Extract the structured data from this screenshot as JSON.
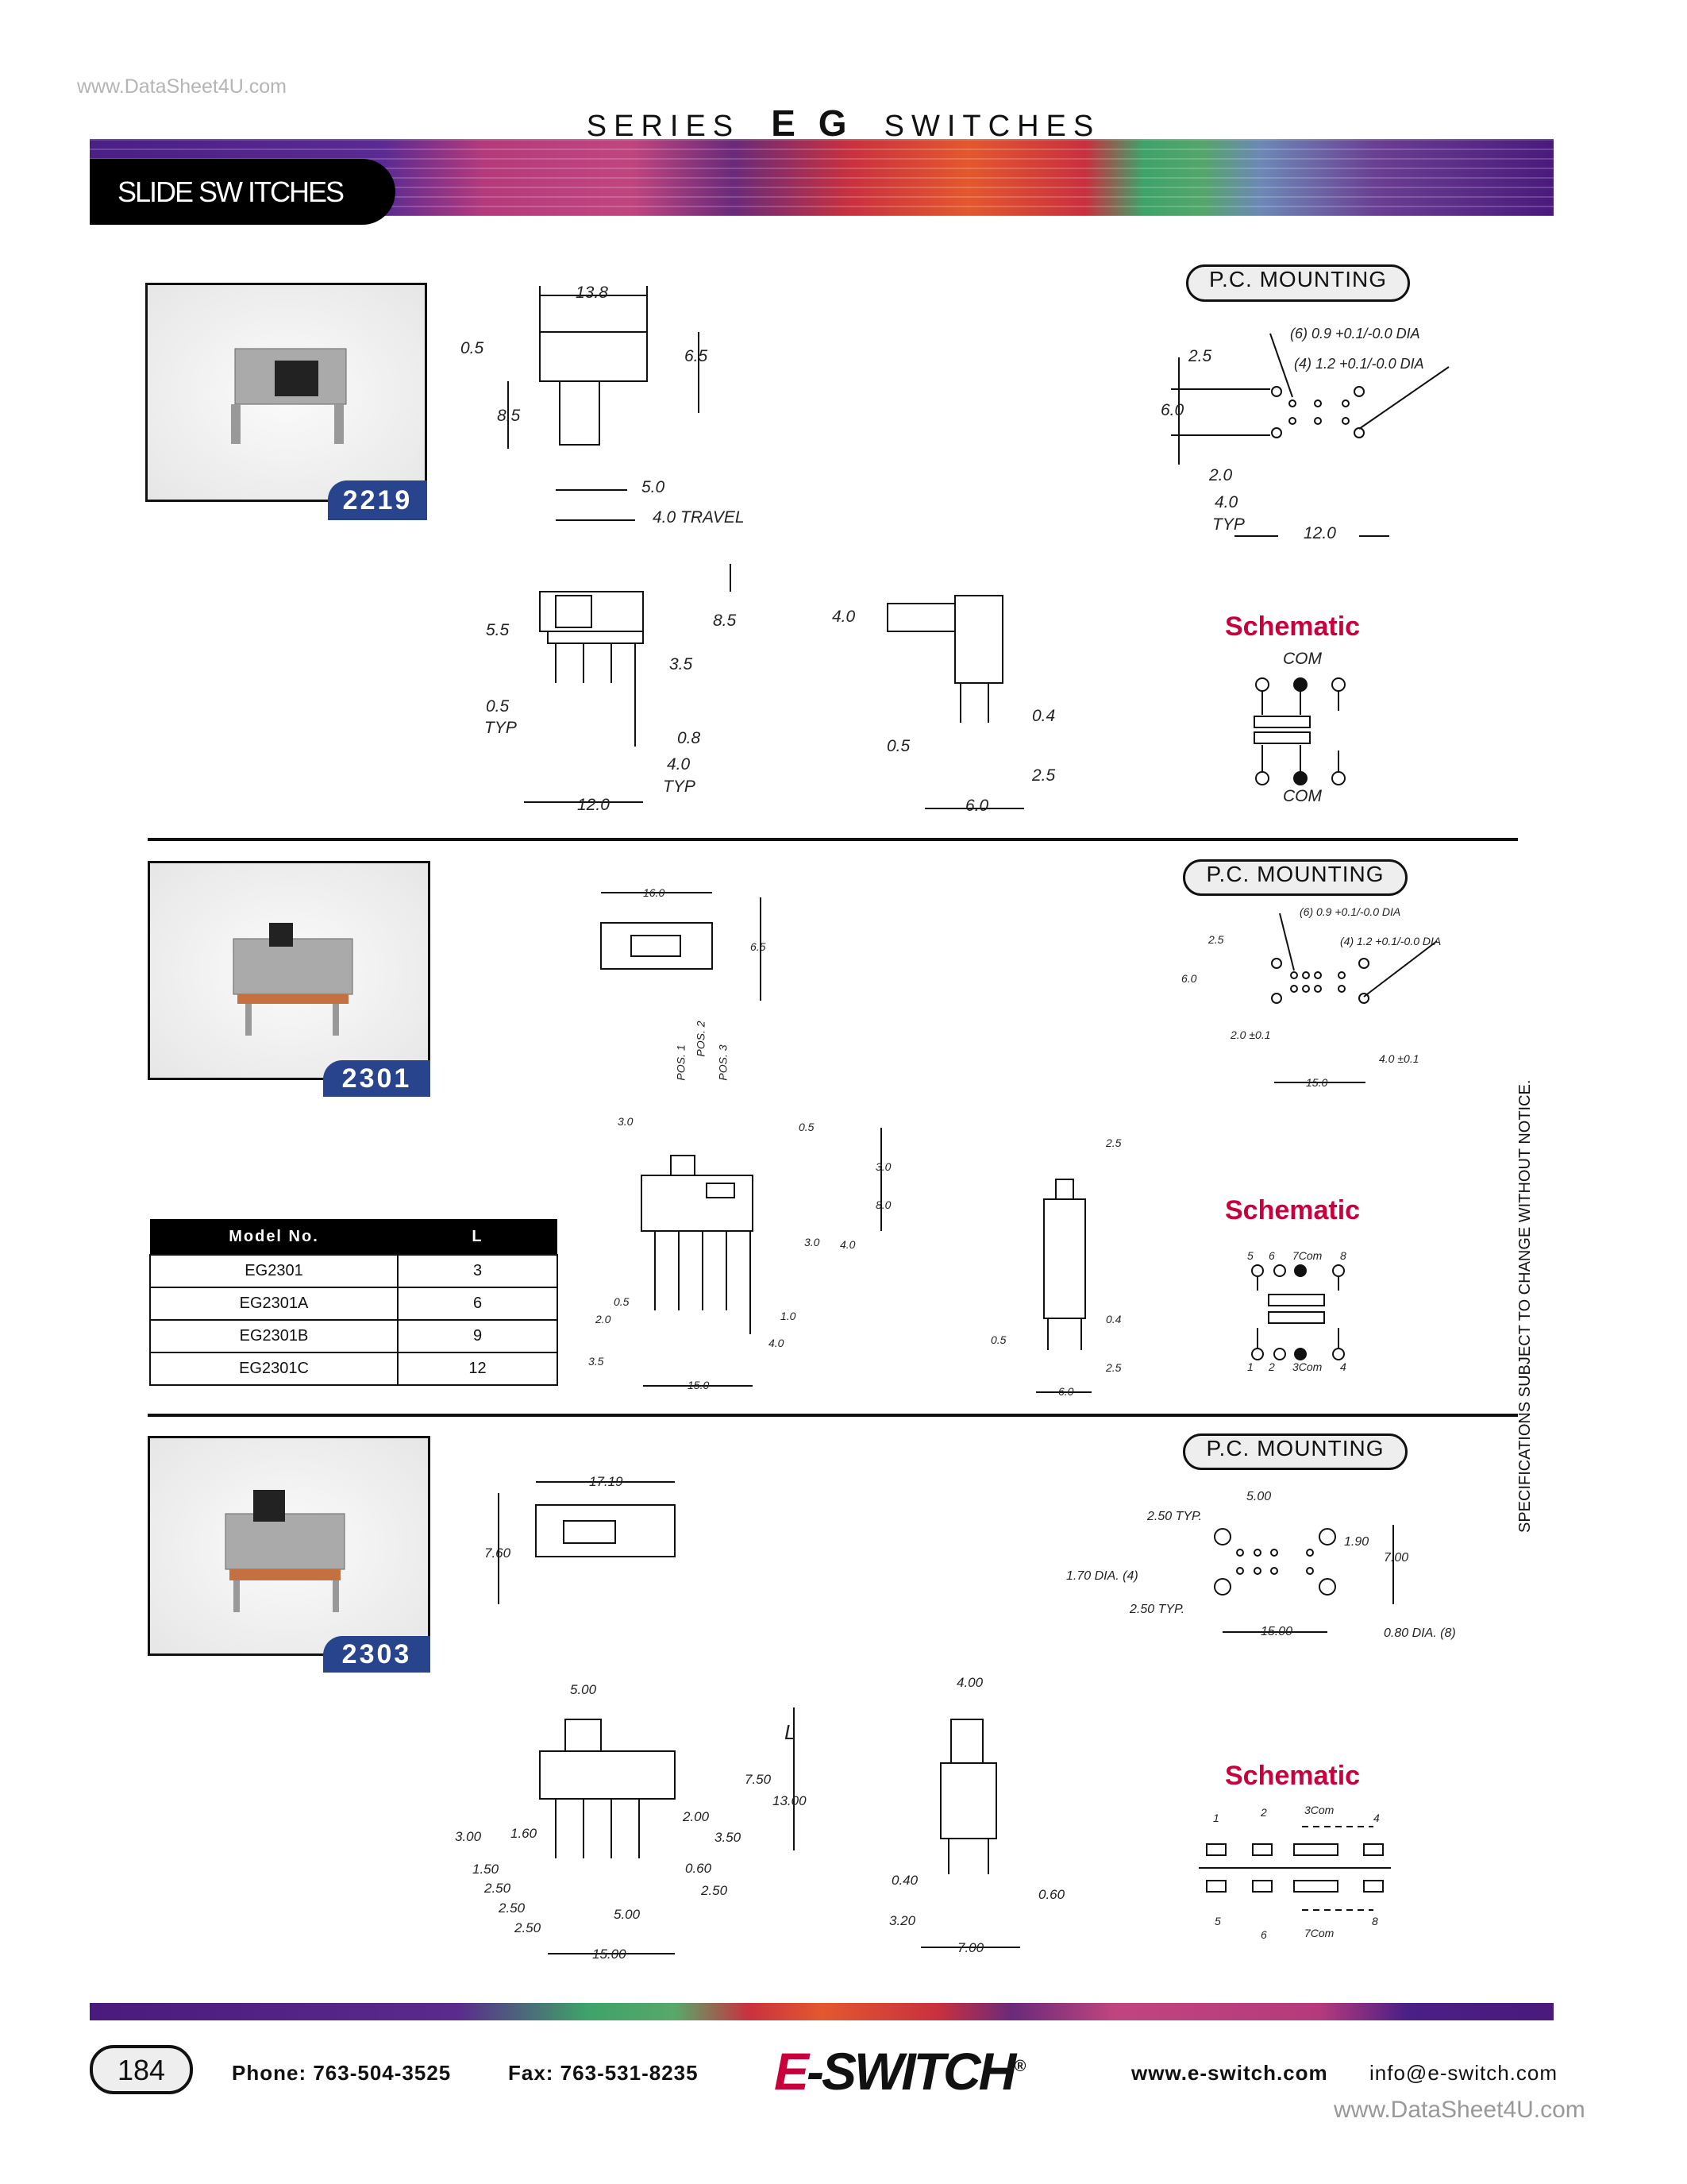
{
  "watermark_top": "www.DataSheet4U.com",
  "watermark_bottom": "www.DataSheet4U.com",
  "header": {
    "series": "SERIES",
    "eg": "E G",
    "switches": "SWITCHES",
    "tab": "SLIDE SW ITCHES"
  },
  "side_notice": "SPECIFICATIONS SUBJECT TO CHANGE WITHOUT NOTICE.",
  "pc_mounting": "P.C. MOUNTING",
  "schematic": "Schematic",
  "colors": {
    "accent": "#c8003c",
    "badge": "#27448c"
  },
  "s1": {
    "model": "2219",
    "top": [
      "13.8",
      "0.5",
      "6.5",
      "8.5",
      "5.0",
      "4.0  TRAVEL"
    ],
    "pc": [
      "(6)  0.9 +0.1/-0.0 DIA",
      "(4)  1.2 +0.1/-0.0 DIA",
      "2.5",
      "6.0",
      "2.0",
      "4.0",
      "TYP",
      "12.0"
    ],
    "side": [
      "5.5",
      "8.5",
      "3.5",
      "0.5",
      "TYP",
      "0.8",
      "4.0",
      "TYP",
      "12.0"
    ],
    "end": [
      "4.0",
      "0.4",
      "0.5",
      "2.5",
      "6.0"
    ],
    "sch": [
      "COM",
      "COM"
    ]
  },
  "s2": {
    "model": "2301",
    "top": [
      "16.0",
      "6.5"
    ],
    "pc": [
      "(6)  0.9 +0.1/-0.0 DIA",
      "(4)  1.2 +0.1/-0.0 DIA",
      "2.5",
      "6.0",
      "2.0 ±0.1",
      "4.0 ±0.1",
      "15.0"
    ],
    "side": [
      "POS. 1",
      "POS. 2",
      "POS. 3",
      "3.0",
      "0.5",
      "3.0",
      "8.0",
      "3.0",
      "4.0",
      "0.5",
      "2.0",
      "1.0",
      "4.0",
      "3.5",
      "15.0"
    ],
    "end": [
      "2.5",
      "0.4",
      "0.5",
      "2.5",
      "6.0"
    ],
    "sch": [
      "5",
      "6",
      "7Com",
      "8",
      "1",
      "2",
      "3Com",
      "4"
    ],
    "table": {
      "headers": [
        "Model No.",
        "L"
      ],
      "rows": [
        [
          "EG2301",
          "3"
        ],
        [
          "EG2301A",
          "6"
        ],
        [
          "EG2301B",
          "9"
        ],
        [
          "EG2301C",
          "12"
        ]
      ]
    }
  },
  "s3": {
    "model": "2303",
    "top": [
      "17.19",
      "7.60"
    ],
    "pc": [
      "5.00",
      "2.50  TYP.",
      "1.90",
      "7.00",
      "1.70  DIA.  (4)",
      "2.50  TYP.",
      "15.00",
      "0.80  DIA.  (8)"
    ],
    "side": [
      "5.00",
      "L",
      "7.50",
      "13.00",
      "2.00",
      "3.00",
      "1.60",
      "3.50",
      "1.50",
      "0.60",
      "2.50",
      "2.50",
      "2.50",
      "5.00",
      "2.50",
      "15.00"
    ],
    "end": [
      "4.00",
      "0.40",
      "0.60",
      "3.20",
      "7.00"
    ],
    "sch": [
      "1",
      "2",
      "3Com",
      "4",
      "5",
      "6",
      "7Com",
      "8"
    ]
  },
  "footer": {
    "page": "184",
    "phone": "Phone:  763-504-3525",
    "fax": "Fax:  763-531-8235",
    "logo_e": "E",
    "logo_rest": "-SWITCH",
    "reg": "®",
    "web": "www.e-switch.com",
    "email": "info@e-switch.com"
  }
}
